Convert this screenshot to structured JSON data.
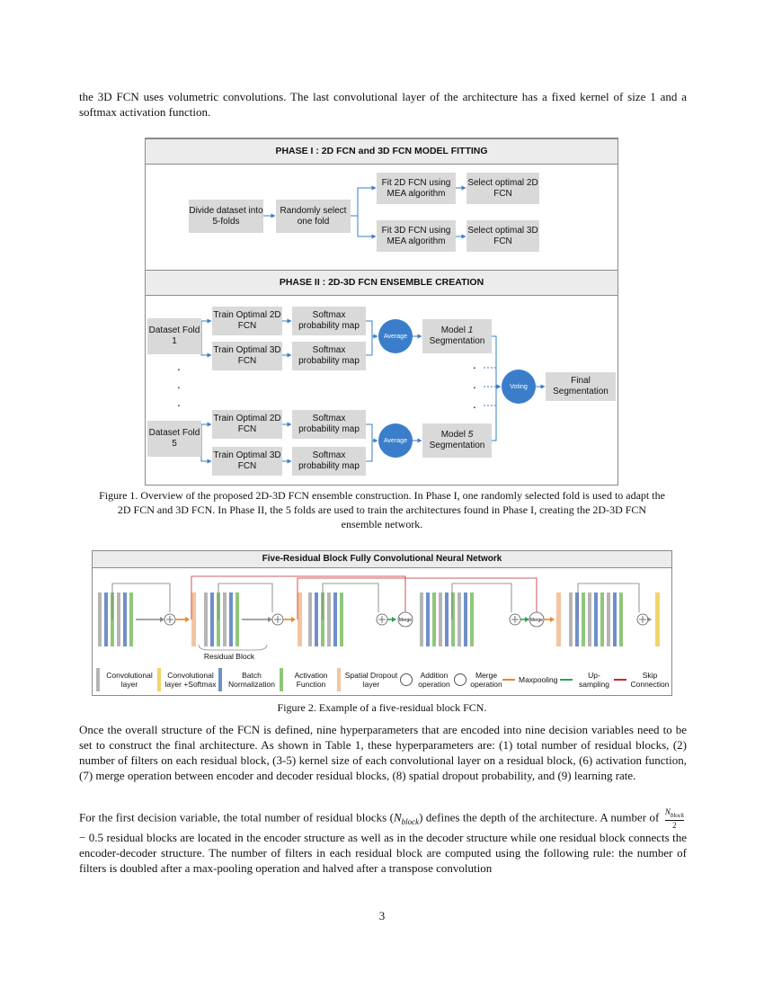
{
  "intro_text": "the 3D FCN uses volumetric convolutions. The last convolutional layer of the architecture has a fixed kernel of size 1 and a softmax activation function.",
  "figure1": {
    "phase1_title": "PHASE I : 2D FCN and 3D FCN MODEL FITTING",
    "divide": "Divide dataset into 5-folds",
    "random": "Randomly select one fold",
    "fit2d": "Fit 2D FCN using MEA algorithm",
    "fit3d": "Fit 3D FCN using MEA algorithm",
    "sel2d": "Select optimal 2D FCN",
    "sel3d": "Select optimal 3D FCN",
    "phase2_title": "PHASE II : 2D-3D FCN ENSEMBLE CREATION",
    "fold1": "Dataset Fold 1",
    "fold5": "Dataset Fold 5",
    "train2d": "Train Optimal 2D FCN",
    "train3d": "Train Optimal 3D FCN",
    "softmax": "Softmax probability map",
    "average": "Average",
    "model1_pre": "Model ",
    "model1_num": "1",
    "model5_pre": "Model  ",
    "model5_num": "5",
    "segmentation": "Segmentation",
    "voting": "Voting",
    "final": "Final Segmentation",
    "dot": "."
  },
  "figure1_caption": "Figure 1. Overview of the proposed 2D-3D FCN ensemble construction. In Phase I, one randomly selected fold is used to adapt the 2D FCN and 3D FCN. In Phase II, the 5 folds are used to train the architectures found in Phase I, creating the 2D-3D FCN ensemble network.",
  "figure2": {
    "title": "Five-Residual Block Fully Convolutional Neural Network",
    "residual_label": "Residual Block",
    "merge_label": "Merge",
    "legend": [
      {
        "label": "Convolutional layer",
        "color": "#b5b5b5"
      },
      {
        "label": "Convolutional layer +Softmax",
        "color": "#f1d56b"
      },
      {
        "label": "Batch Normalization",
        "color": "#6f8fc8"
      },
      {
        "label": "Activation Function",
        "color": "#8fc77a"
      },
      {
        "label": "Spatial Dropout layer",
        "color": "#f4c4a0"
      },
      {
        "label": "Addition operation"
      },
      {
        "label": "Merge operation"
      },
      {
        "label": "Maxpooling",
        "color": "#e9862a"
      },
      {
        "label": "Up-sampling",
        "color": "#2ea44f"
      },
      {
        "label": "Skip Connection",
        "color": "#c62828"
      }
    ]
  },
  "figure2_caption": "Figure 2. Example of a five-residual block FCN.",
  "para1": "Once the overall structure of the FCN is defined, nine hyperparameters that are encoded into nine decision variables need to be set to construct the final architecture. As shown in Table 1, these hyperparameters are: (1) total number of residual blocks, (2) number of filters on each residual block, (3-5) kernel size of each convolutional layer on a residual block, (6) activation function, (7) merge operation between encoder and decoder residual blocks, (8) spatial dropout probability, and (9) learning rate.",
  "para2": {
    "a": "For the first decision variable, the total number of residual blocks (",
    "nblock": "N",
    "sub": "block",
    "b": ") defines the depth of the architecture. A number of",
    "frac_num": "N",
    "frac_sub": "block",
    "frac_den": "2",
    "c": "− 0.5  residual blocks are located in the encoder structure as well as in the decoder structure while one residual block connects the encoder-decoder structure. The number of filters in each residual block are computed using the following rule: the number of filters is doubled after a max-pooling operation and halved after a transpose convolution"
  },
  "page_number": "3"
}
